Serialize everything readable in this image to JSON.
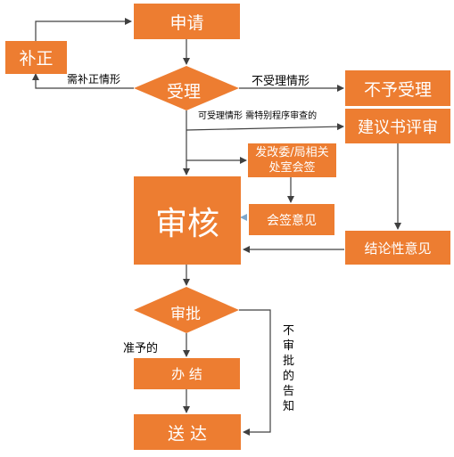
{
  "colors": {
    "node_fill": "#ED7D31",
    "line": "#404040",
    "accent_line": "#7FA6C9",
    "text_on_node": "#FFFFFF"
  },
  "nodes": {
    "apply": "申请",
    "supplement": "补正",
    "accept": "受理",
    "not_accept": "不予受理",
    "proposal_review": "建议书评审",
    "countersign_depts": "发改委/局相关处室会签",
    "countersign_opinion": "会签意见",
    "review": "审核",
    "conclusion": "结论性意见",
    "approve": "审批",
    "process": "办 结",
    "deliver": "送 达"
  },
  "edge_labels": {
    "need_supplement": "需补正情形",
    "not_accept_case": "不受理情形",
    "acceptable_case": "可受理情形 需特别程序审查的",
    "approved": "准予的",
    "not_approved_notice": "不审批的告知"
  }
}
